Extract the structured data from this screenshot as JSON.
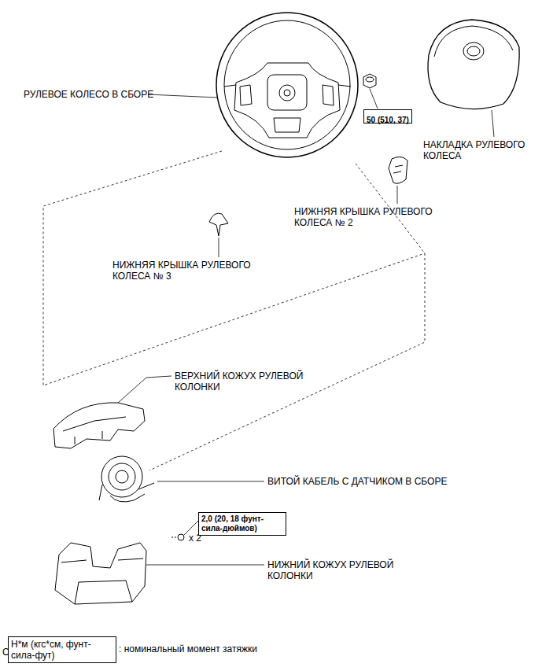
{
  "diagram": {
    "nodes": [
      {
        "text": [
          "50 (510, 37)"
        ]
      },
      {
        "text": [
          "2,0 (20, 18 фунт-сила-дюймов)"
        ]
      },
      {
        "text": [
          "Н*м (кгс*см, фунт-сила-фут)",
          ": номинальный момент затяжки"
        ]
      }
    ],
    "edges": [],
    "labels": [
      "РУЛЕВОЕ КОЛЕСО В СБОРЕ",
      "НАКЛАДКА РУЛЕВОГО КОЛЕСА",
      "НИЖНЯЯ КРЫШКА РУЛЕВОГО КОЛЕСА № 2",
      "НИЖНЯЯ КРЫШКА РУЛЕВОГО КОЛЕСА № 3",
      "ВЕРХНИЙ КОЖУХ РУЛЕВОЙ КОЛОНКИ",
      "ВИТОЙ КАБЕЛЬ С ДАТЧИКОМ В СБОРЕ",
      "НИЖНИЙ КОЖУХ РУЛЕВОЙ КОЛОНКИ",
      "x 2",
      "C"
    ]
  }
}
